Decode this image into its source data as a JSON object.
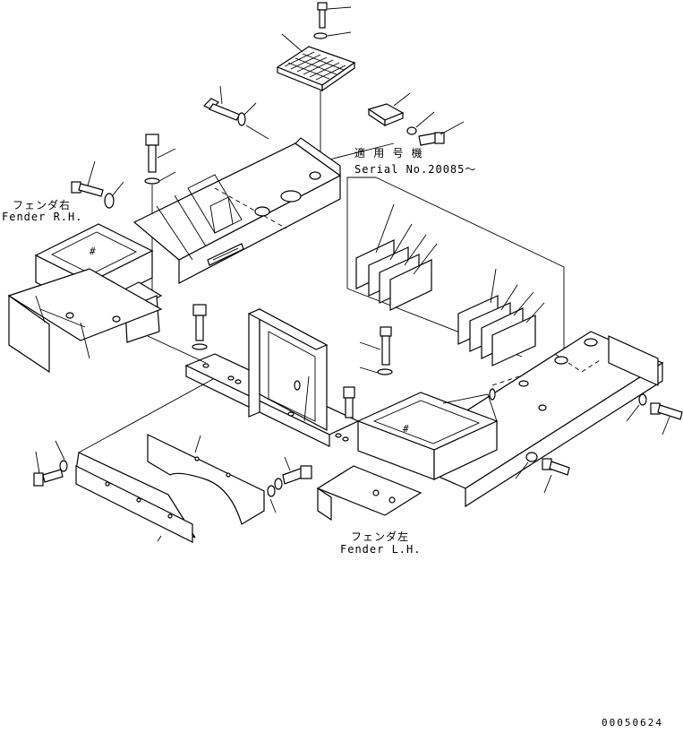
{
  "labels": {
    "fender_rh_jp": "フェンダ右",
    "fender_rh_en": "Fender R.H.",
    "fender_lh_jp": "フェンダ左",
    "fender_lh_en": "Fender L.H.",
    "serial_jp": "適 用 号 機",
    "serial_en": "Serial No.20085～",
    "drawing_number": "00050624"
  }
}
